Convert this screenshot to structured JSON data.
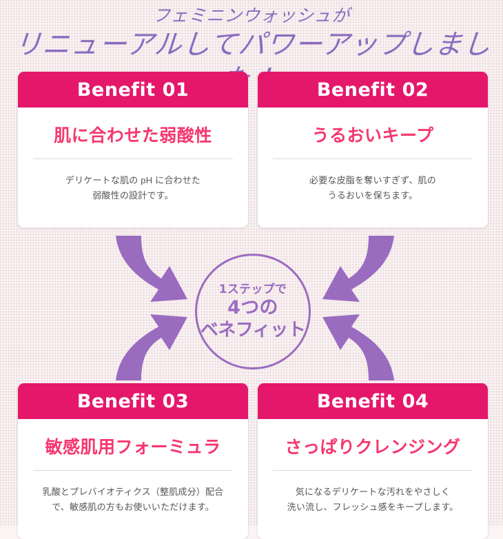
{
  "headline": {
    "line1": "フェミニンウォッシュが",
    "line2": "リニューアルしてパワーアップしました！"
  },
  "colors": {
    "background": "#faf3f4",
    "header_pink": "#e5176b",
    "title_pink": "#f5376f",
    "purple": "#9a6cc0",
    "headline_purple": "#8a6bbf",
    "body_gray": "#555555",
    "divider_gray": "#dcdcdc"
  },
  "center": {
    "line_small": "1ステップで",
    "line_big": "4つの",
    "line_big2": "ベネフィット"
  },
  "cards": [
    {
      "header": "Benefit 01",
      "title": "肌に合わせた弱酸性",
      "desc_line1": "デリケートな肌の pH に合わせた",
      "desc_line2": "弱酸性の設計です。"
    },
    {
      "header": "Benefit 02",
      "title": "うるおいキープ",
      "desc_line1": "必要な皮脂を奪いすぎず、肌の",
      "desc_line2": "うるおいを保ちます。"
    },
    {
      "header": "Benefit 03",
      "title": "敏感肌用フォーミュラ",
      "desc_line1": "乳酸とプレバイオティクス（整肌成分）配合",
      "desc_line2": "で、敏感肌の方もお使いいただけます。"
    },
    {
      "header": "Benefit 04",
      "title": "さっぱりクレンジング",
      "desc_line1": "気になるデリケートな汚れをやさしく",
      "desc_line2": "洗い流し、フレッシュ感をキープします。"
    }
  ],
  "arrows": [
    {
      "name": "arrow-top-left"
    },
    {
      "name": "arrow-top-right"
    },
    {
      "name": "arrow-bottom-left"
    },
    {
      "name": "arrow-bottom-right"
    }
  ]
}
